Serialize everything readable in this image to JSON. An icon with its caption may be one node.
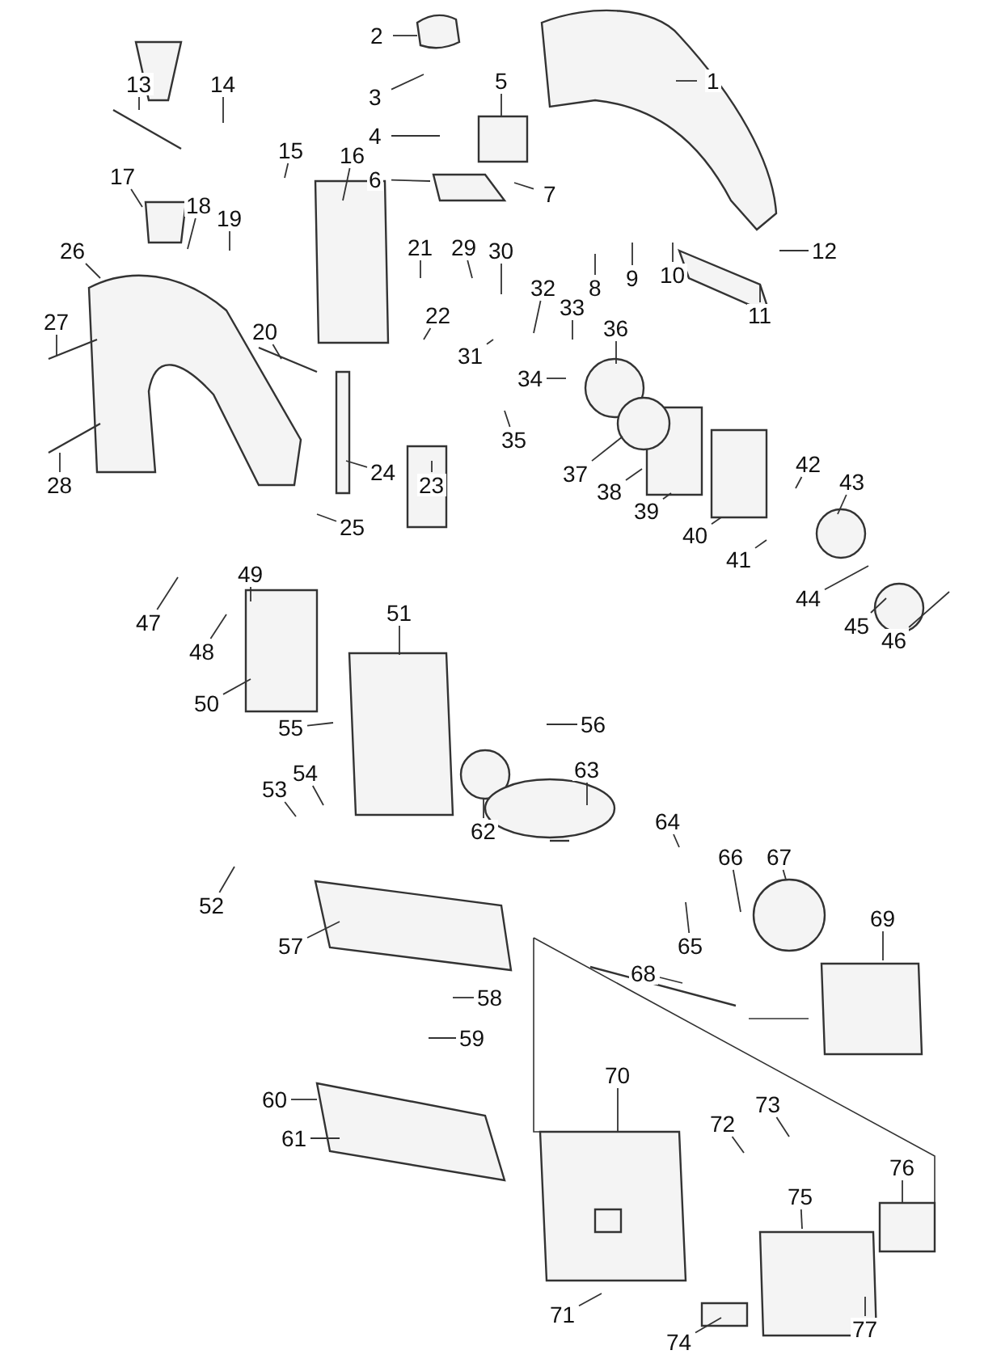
{
  "diagram": {
    "nodes": [
      {
        "text": [
          "1"
        ]
      },
      {
        "text": [
          "2"
        ]
      },
      {
        "text": [
          "3"
        ]
      },
      {
        "text": [
          "4"
        ]
      },
      {
        "text": [
          "5"
        ]
      },
      {
        "text": [
          "6"
        ]
      },
      {
        "text": [
          "7"
        ]
      },
      {
        "text": [
          "8"
        ]
      },
      {
        "text": [
          "9"
        ]
      },
      {
        "text": [
          "10"
        ]
      },
      {
        "text": [
          "11"
        ]
      },
      {
        "text": [
          "12"
        ]
      },
      {
        "text": [
          "13"
        ]
      },
      {
        "text": [
          "14"
        ]
      },
      {
        "text": [
          "15"
        ]
      },
      {
        "text": [
          "16"
        ]
      },
      {
        "text": [
          "17"
        ]
      },
      {
        "text": [
          "18"
        ]
      },
      {
        "text": [
          "19"
        ]
      },
      {
        "text": [
          "20"
        ]
      },
      {
        "text": [
          "21"
        ]
      },
      {
        "text": [
          "22"
        ]
      },
      {
        "text": [
          "23"
        ]
      },
      {
        "text": [
          "24"
        ]
      },
      {
        "text": [
          "25"
        ]
      },
      {
        "text": [
          "26"
        ]
      },
      {
        "text": [
          "27"
        ]
      },
      {
        "text": [
          "28"
        ]
      },
      {
        "text": [
          "29"
        ]
      },
      {
        "text": [
          "30"
        ]
      },
      {
        "text": [
          "31"
        ]
      },
      {
        "text": [
          "32"
        ]
      },
      {
        "text": [
          "33"
        ]
      },
      {
        "text": [
          "34"
        ]
      },
      {
        "text": [
          "35"
        ]
      },
      {
        "text": [
          "36"
        ]
      },
      {
        "text": [
          "37"
        ]
      },
      {
        "text": [
          "38"
        ]
      },
      {
        "text": [
          "39"
        ]
      },
      {
        "text": [
          "40"
        ]
      },
      {
        "text": [
          "41"
        ]
      },
      {
        "text": [
          "42"
        ]
      },
      {
        "text": [
          "43"
        ]
      },
      {
        "text": [
          "44"
        ]
      },
      {
        "text": [
          "45"
        ]
      },
      {
        "text": [
          "46"
        ]
      },
      {
        "text": [
          "47"
        ]
      },
      {
        "text": [
          "48"
        ]
      },
      {
        "text": [
          "49"
        ]
      },
      {
        "text": [
          "50"
        ]
      },
      {
        "text": [
          "51"
        ]
      },
      {
        "text": [
          "52"
        ]
      },
      {
        "text": [
          "53"
        ]
      },
      {
        "text": [
          "54"
        ]
      },
      {
        "text": [
          "55"
        ]
      },
      {
        "text": [
          "56"
        ]
      },
      {
        "text": [
          "57"
        ]
      },
      {
        "text": [
          "58"
        ]
      },
      {
        "text": [
          "59"
        ]
      },
      {
        "text": [
          "60"
        ]
      },
      {
        "text": [
          "61"
        ]
      },
      {
        "text": [
          "62"
        ]
      },
      {
        "text": [
          "63"
        ]
      },
      {
        "text": [
          "64"
        ]
      },
      {
        "text": [
          "65"
        ]
      },
      {
        "text": [
          "66"
        ]
      },
      {
        "text": [
          "67"
        ]
      },
      {
        "text": [
          "68"
        ]
      },
      {
        "text": [
          "69"
        ]
      },
      {
        "text": [
          "70"
        ]
      },
      {
        "text": [
          "71"
        ]
      },
      {
        "text": [
          "72"
        ]
      },
      {
        "text": [
          "73"
        ]
      },
      {
        "text": [
          "74"
        ]
      },
      {
        "text": [
          "75"
        ]
      },
      {
        "text": [
          "76"
        ]
      },
      {
        "text": [
          "77"
        ]
      }
    ],
    "edges": [
      {
        "from": 0,
        "to": null,
        "arrow": "none"
      },
      {
        "from": 1,
        "to": null,
        "arrow": "none"
      },
      {
        "from": 2,
        "to": null,
        "arrow": "none"
      },
      {
        "from": 3,
        "to": null,
        "arrow": "none"
      },
      {
        "from": 4,
        "to": null,
        "arrow": "none"
      },
      {
        "from": 5,
        "to": null,
        "arrow": "none"
      },
      {
        "from": 6,
        "to": null,
        "arrow": "none"
      },
      {
        "from": 7,
        "to": null,
        "arrow": "none"
      },
      {
        "from": 8,
        "to": null,
        "arrow": "none"
      },
      {
        "from": 9,
        "to": null,
        "arrow": "none"
      },
      {
        "from": 10,
        "to": null,
        "arrow": "none"
      },
      {
        "from": 11,
        "to": null,
        "arrow": "none"
      },
      {
        "from": 12,
        "to": null,
        "arrow": "none"
      },
      {
        "from": 13,
        "to": null,
        "arrow": "none"
      },
      {
        "from": 14,
        "to": null,
        "arrow": "none"
      },
      {
        "from": 15,
        "to": null,
        "arrow": "none"
      },
      {
        "from": 16,
        "to": null,
        "arrow": "none"
      },
      {
        "from": 17,
        "to": null,
        "arrow": "none"
      },
      {
        "from": 18,
        "to": null,
        "arrow": "none"
      },
      {
        "from": 19,
        "to": null,
        "arrow": "none"
      },
      {
        "from": 20,
        "to": null,
        "arrow": "none"
      },
      {
        "from": 21,
        "to": null,
        "arrow": "none"
      },
      {
        "from": 22,
        "to": null,
        "arrow": "none"
      },
      {
        "from": 23,
        "to": null,
        "arrow": "none"
      },
      {
        "from": 24,
        "to": null,
        "arrow": "none"
      },
      {
        "from": 25,
        "to": null,
        "arrow": "none"
      },
      {
        "from": 26,
        "to": null,
        "arrow": "none"
      },
      {
        "from": 27,
        "to": null,
        "arrow": "none"
      },
      {
        "from": 28,
        "to": null,
        "arrow": "none"
      },
      {
        "from": 29,
        "to": null,
        "arrow": "none"
      },
      {
        "from": 30,
        "to": null,
        "arrow": "none"
      },
      {
        "from": 31,
        "to": null,
        "arrow": "none"
      },
      {
        "from": 32,
        "to": null,
        "arrow": "none"
      },
      {
        "from": 33,
        "to": null,
        "arrow": "none"
      },
      {
        "from": 34,
        "to": null,
        "arrow": "none"
      },
      {
        "from": 35,
        "to": null,
        "arrow": "none"
      },
      {
        "from": 36,
        "to": null,
        "arrow": "none"
      },
      {
        "from": 37,
        "to": null,
        "arrow": "none"
      },
      {
        "from": 38,
        "to": null,
        "arrow": "none"
      },
      {
        "from": 39,
        "to": null,
        "arrow": "none"
      },
      {
        "from": 40,
        "to": null,
        "arrow": "none"
      },
      {
        "from": 41,
        "to": null,
        "arrow": "none"
      },
      {
        "from": 42,
        "to": null,
        "arrow": "none"
      },
      {
        "from": 43,
        "to": null,
        "arrow": "none"
      },
      {
        "from": 44,
        "to": null,
        "arrow": "none"
      },
      {
        "from": 45,
        "to": null,
        "arrow": "none"
      },
      {
        "from": 46,
        "to": null,
        "arrow": "none"
      },
      {
        "from": 47,
        "to": null,
        "arrow": "none"
      },
      {
        "from": 48,
        "to": null,
        "arrow": "none"
      },
      {
        "from": 49,
        "to": null,
        "arrow": "none"
      },
      {
        "from": 50,
        "to": null,
        "arrow": "none"
      },
      {
        "from": 51,
        "to": null,
        "arrow": "none"
      },
      {
        "from": 52,
        "to": null,
        "arrow": "none"
      },
      {
        "from": 53,
        "to": null,
        "arrow": "none"
      },
      {
        "from": 54,
        "to": null,
        "arrow": "none"
      },
      {
        "from": 55,
        "to": null,
        "arrow": "none"
      },
      {
        "from": 56,
        "to": null,
        "arrow": "none"
      },
      {
        "from": 57,
        "to": null,
        "arrow": "none"
      },
      {
        "from": 58,
        "to": null,
        "arrow": "none"
      },
      {
        "from": 59,
        "to": null,
        "arrow": "none"
      },
      {
        "from": 60,
        "to": null,
        "arrow": "none"
      },
      {
        "from": 61,
        "to": null,
        "arrow": "none"
      },
      {
        "from": 62,
        "to": null,
        "arrow": "none"
      },
      {
        "from": 63,
        "to": null,
        "arrow": "none"
      },
      {
        "from": 64,
        "to": null,
        "arrow": "none"
      },
      {
        "from": 65,
        "to": null,
        "arrow": "none"
      },
      {
        "from": 66,
        "to": null,
        "arrow": "none"
      },
      {
        "from": 67,
        "to": null,
        "arrow": "none"
      },
      {
        "from": 68,
        "to": null,
        "arrow": "none"
      },
      {
        "from": 69,
        "to": null,
        "arrow": "none"
      },
      {
        "from": 70,
        "to": null,
        "arrow": "none"
      },
      {
        "from": 71,
        "to": null,
        "arrow": "none"
      },
      {
        "from": 72,
        "to": null,
        "arrow": "none"
      },
      {
        "from": 73,
        "to": null,
        "arrow": "none"
      },
      {
        "from": 74,
        "to": null,
        "arrow": "none"
      },
      {
        "from": 75,
        "to": null,
        "arrow": "none"
      },
      {
        "from": 76,
        "to": null,
        "arrow": "none"
      }
    ]
  }
}
